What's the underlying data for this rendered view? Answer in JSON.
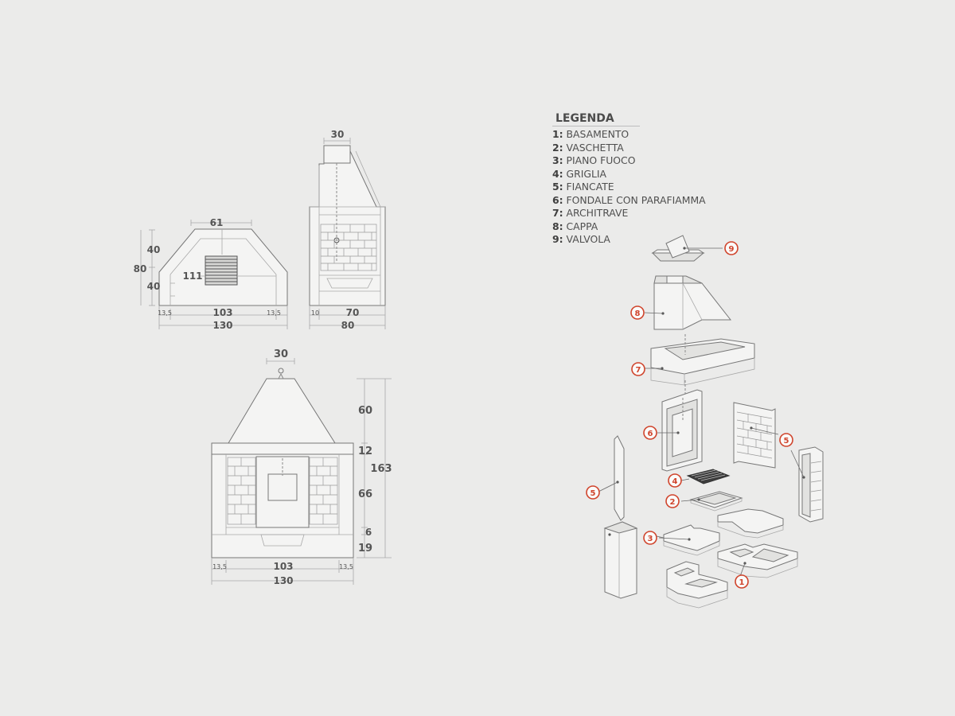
{
  "legend": {
    "title": "LEGENDA",
    "items": [
      {
        "num": "1:",
        "label": "BASAMENTO"
      },
      {
        "num": "2:",
        "label": "VASCHETTA"
      },
      {
        "num": "3:",
        "label": "PIANO FUOCO"
      },
      {
        "num": "4:",
        "label": "GRIGLIA"
      },
      {
        "num": "5:",
        "label": "FIANCATE"
      },
      {
        "num": "6:",
        "label": "FONDALE CON PARAFIAMMA"
      },
      {
        "num": "7:",
        "label": "ARCHITRAVE"
      },
      {
        "num": "8:",
        "label": "CAPPA"
      },
      {
        "num": "9:",
        "label": "VALVOLA"
      }
    ]
  },
  "top_view": {
    "top_width": "61",
    "depth_upper": "40",
    "depth_total": "80",
    "depth_lower": "40",
    "diagonal": "111",
    "inner_width": "103",
    "side_left": "13,5",
    "side_right": "13,5",
    "total_width": "130"
  },
  "side_view": {
    "top_width": "30",
    "back": "10",
    "inner_depth": "70",
    "total_depth": "80"
  },
  "front_view": {
    "top_width": "30",
    "hood_height": "60",
    "lintel_height": "12",
    "total_height": "163",
    "opening_height": "66",
    "hearth_height": "6",
    "base_height": "19",
    "side_left": "13,5",
    "inner_width": "103",
    "side_right": "13,5",
    "total_width": "130"
  },
  "callouts": {
    "c1": "1",
    "c2": "2",
    "c3": "3",
    "c4": "4",
    "c5a": "5",
    "c5b": "5",
    "c6": "6",
    "c7": "7",
    "c8": "8",
    "c9": "9"
  }
}
